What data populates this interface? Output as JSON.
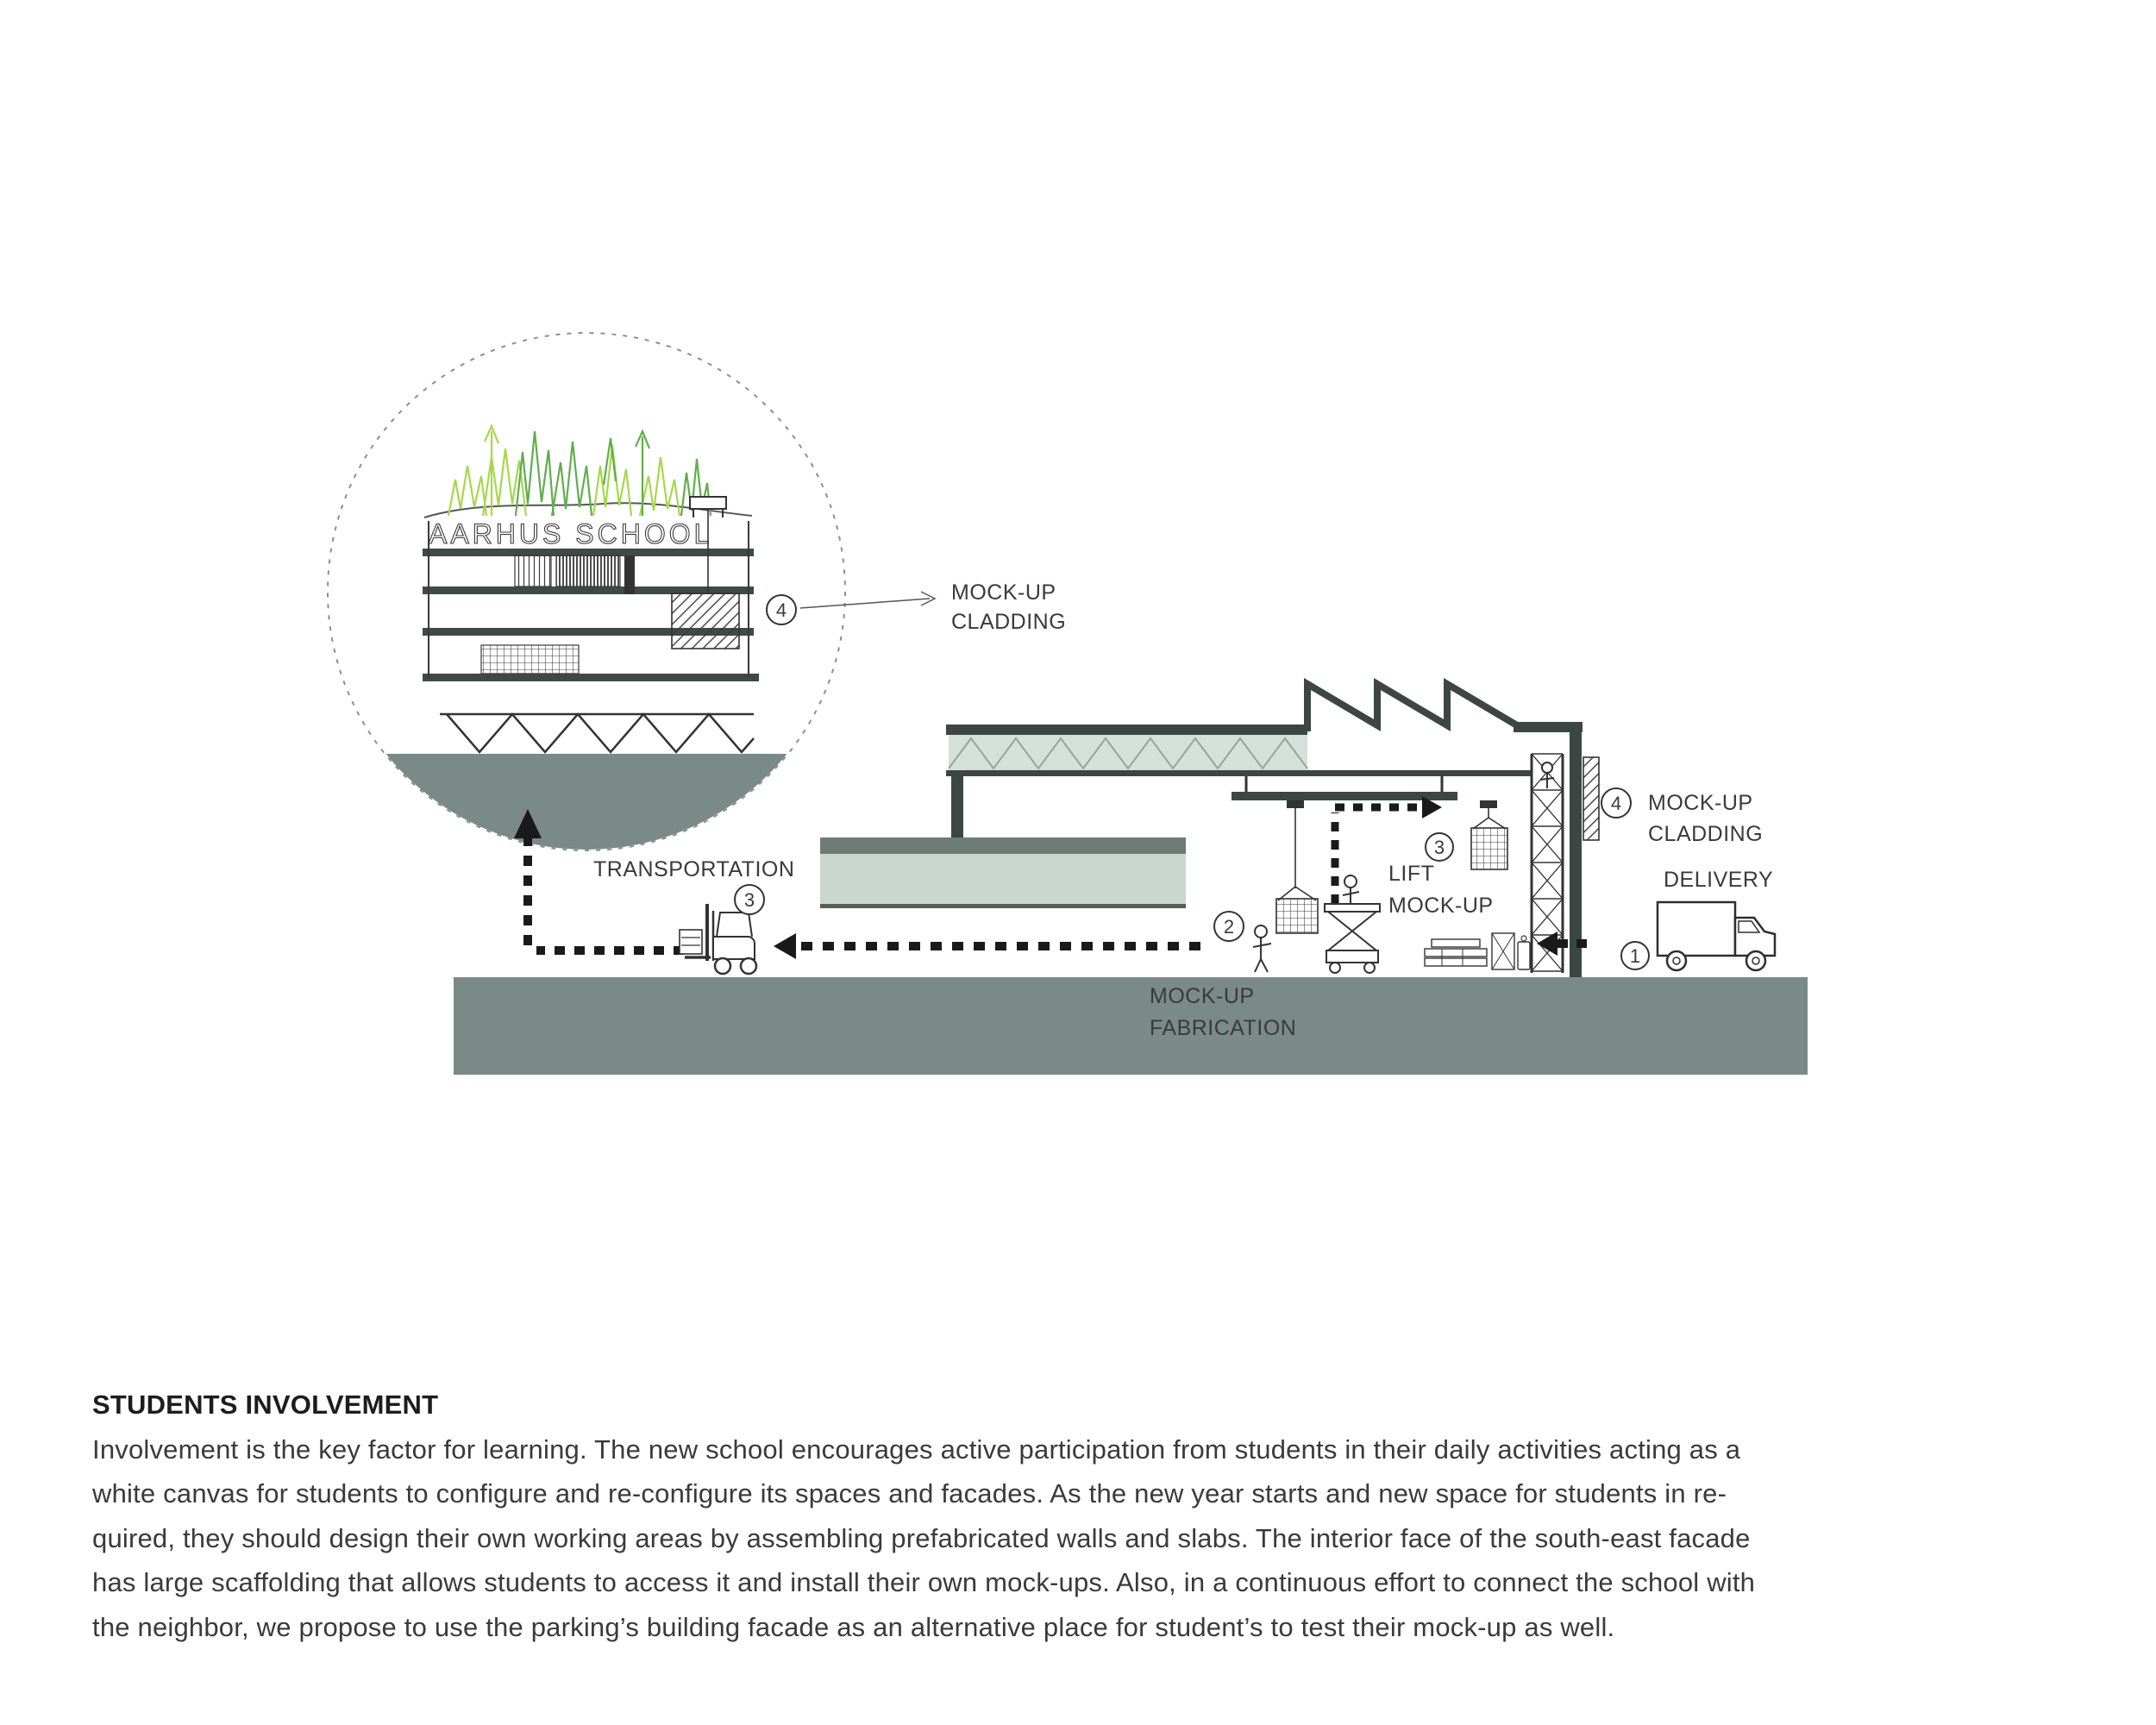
{
  "colors": {
    "ground": "#7a8a86",
    "slab_dark": "#6e7c78",
    "slab_light": "#ccd6d1",
    "truss_fill": "#d6e0da",
    "line_dark": "#3c4743",
    "tree_light": "#a6d84b",
    "tree_dark": "#5fae4a",
    "text": "#3a3a3a"
  },
  "detail": {
    "sign": "AARHUS SCHOOL",
    "badge": "4",
    "label_line1": "MOCK-UP",
    "label_line2": "CLADDING"
  },
  "labels": {
    "transportation": {
      "badge": "3",
      "text": "TRANSPORTATION"
    },
    "fabrication": {
      "badge": "2",
      "line1": "MOCK-UP",
      "line2": "FABRICATION"
    },
    "lift": {
      "badge": "3",
      "line1": "LIFT",
      "line2": "MOCK-UP"
    },
    "cladding": {
      "badge": "4",
      "line1": "MOCK-UP",
      "line2": "CLADDING"
    },
    "delivery": {
      "badge": "1",
      "text": "DELIVERY"
    }
  },
  "text_block": {
    "title": "STUDENTS INVOLVEMENT",
    "lines": [
      "Involvement is the key factor for learning. The new school encourages active participation from students in their daily activities acting as a",
      "white canvas for students to configure and re-configure its spaces and facades. As the new year starts and new space for students in re-",
      "quired, they should design their own working areas by assembling prefabricated walls and slabs. The interior face of the south-east facade",
      "has large scaffolding that allows students to access it and install their own mock-ups. Also, in a continuous effort to connect the school with",
      "the neighbor, we propose to use the parking’s building facade as an alternative place for student’s to test their mock-up as well."
    ]
  }
}
